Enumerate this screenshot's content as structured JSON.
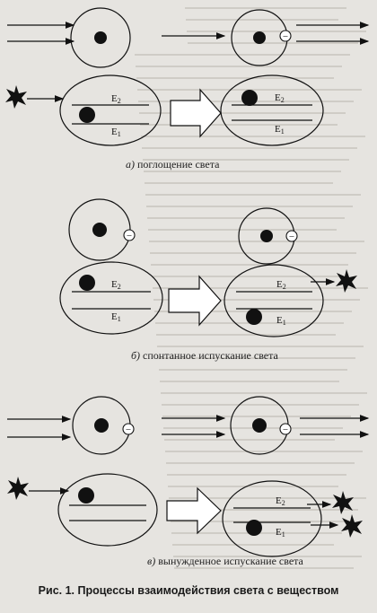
{
  "labels": {
    "e2": "E",
    "e2_sub": "2",
    "e1": "E",
    "e1_sub": "1",
    "minus": "−"
  },
  "captions": {
    "a_letter": "а)",
    "a_text": "поглощение света",
    "b_letter": "б)",
    "b_text": "спонтанное испускание света",
    "c_letter": "в)",
    "c_text": "вынужденное испускание света"
  },
  "figure_caption": "Рис. 1. Процессы взаимодействия света с веществом",
  "colors": {
    "ink": "#111111",
    "paper": "#e6e4e0",
    "faint_text": "#cfccc6"
  }
}
